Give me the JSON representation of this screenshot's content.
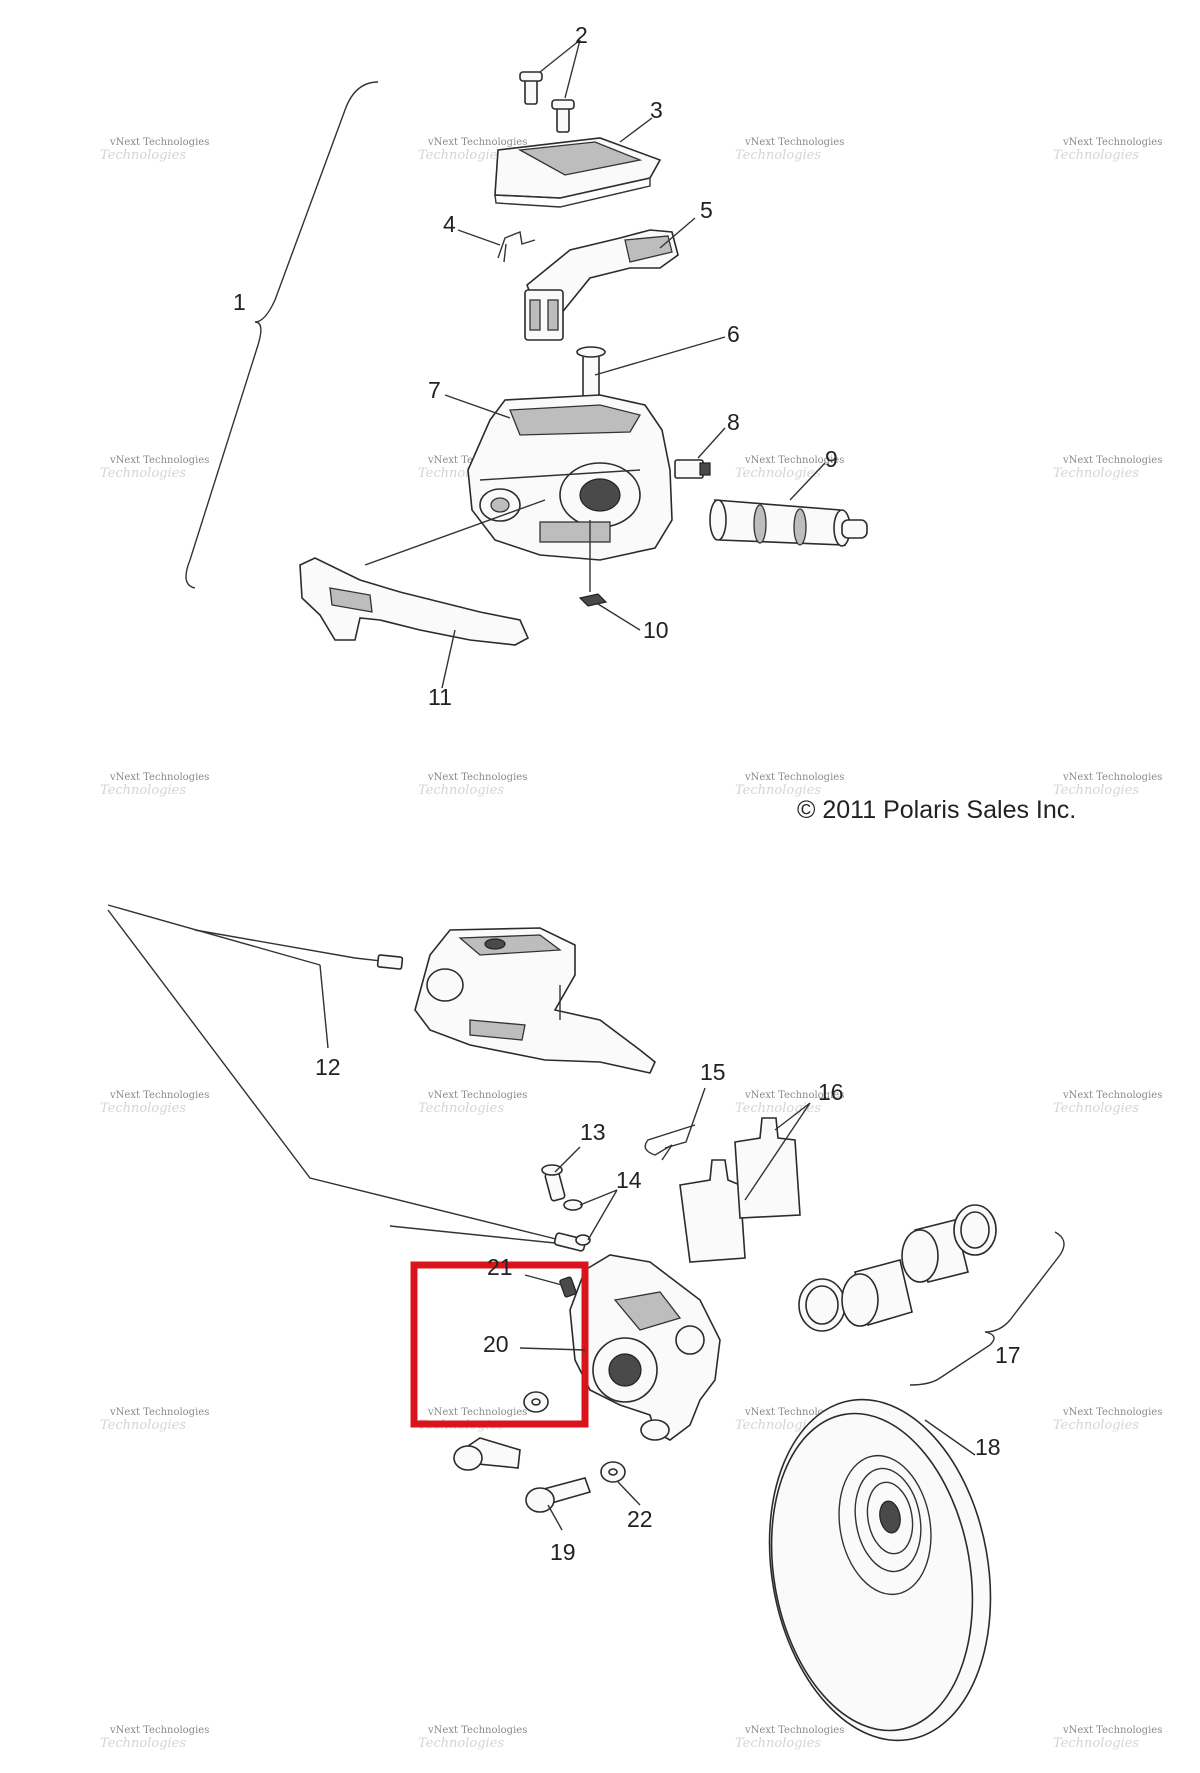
{
  "copyright": "© 2011 Polaris Sales Inc.",
  "watermark": {
    "line1": "vNext Technologies",
    "line2": "Technologies"
  },
  "callouts": [
    "1",
    "2",
    "3",
    "4",
    "5",
    "6",
    "7",
    "8",
    "9",
    "10",
    "11",
    "12",
    "13",
    "14",
    "15",
    "16",
    "17",
    "18",
    "19",
    "20",
    "21",
    "22"
  ],
  "highlight": {
    "color": "#d9151b",
    "target_callout": "20"
  },
  "colors": {
    "line": "#333333",
    "part_fill": "#fafafa",
    "dark_fill": "#4a4a4a"
  }
}
